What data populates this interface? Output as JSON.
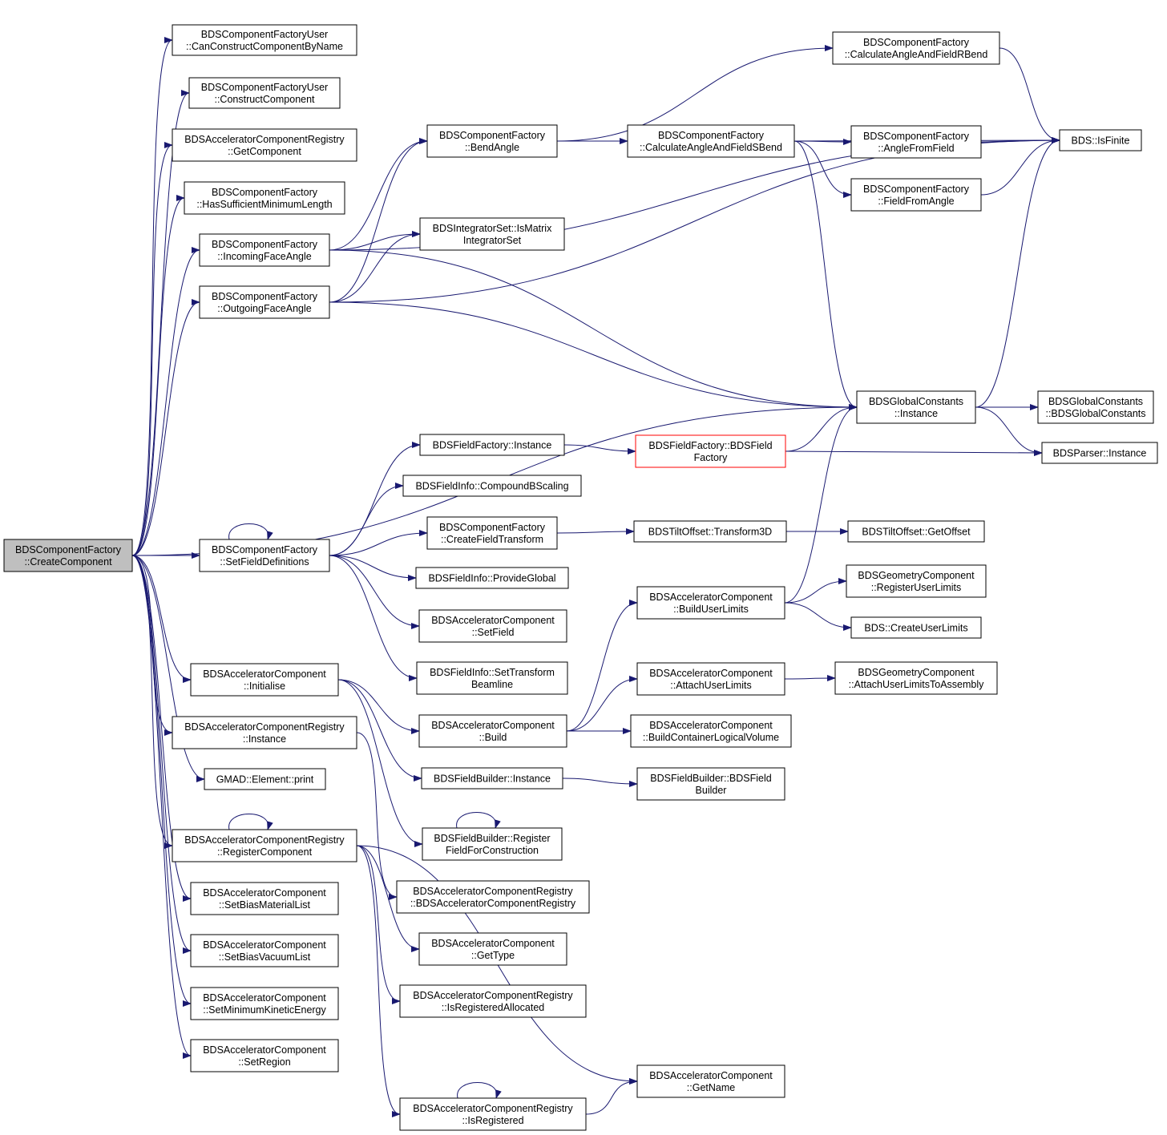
{
  "colors": {
    "edge": "#191970",
    "root_fill": "#bfbfbf",
    "red_border": "#ff0000",
    "border": "#000000",
    "background": "#ffffff"
  },
  "nodes": [
    {
      "id": "root",
      "lines": [
        "BDSComponentFactory",
        "::CreateComponent"
      ],
      "style": "root"
    },
    {
      "id": "canconstruct",
      "lines": [
        "BDSComponentFactoryUser",
        "::CanConstructComponentByName"
      ]
    },
    {
      "id": "constructcomp",
      "lines": [
        "BDSComponentFactoryUser",
        "::ConstructComponent"
      ]
    },
    {
      "id": "getcomponent",
      "lines": [
        "BDSAcceleratorComponentRegistry",
        "::GetComponent"
      ]
    },
    {
      "id": "hassufficient",
      "lines": [
        "BDSComponentFactory",
        "::HasSufficientMinimumLength"
      ]
    },
    {
      "id": "incoming",
      "lines": [
        "BDSComponentFactory",
        "::IncomingFaceAngle"
      ]
    },
    {
      "id": "outgoing",
      "lines": [
        "BDSComponentFactory",
        "::OutgoingFaceAngle"
      ]
    },
    {
      "id": "setfielddefs",
      "lines": [
        "BDSComponentFactory",
        "::SetFieldDefinitions"
      ]
    },
    {
      "id": "initialise",
      "lines": [
        "BDSAcceleratorComponent",
        "::Initialise"
      ]
    },
    {
      "id": "regInstance",
      "lines": [
        "BDSAcceleratorComponentRegistry",
        "::Instance"
      ]
    },
    {
      "id": "gmadprint",
      "lines": [
        "GMAD::Element::print"
      ]
    },
    {
      "id": "registercomp",
      "lines": [
        "BDSAcceleratorComponentRegistry",
        "::RegisterComponent"
      ]
    },
    {
      "id": "setbiasmat",
      "lines": [
        "BDSAcceleratorComponent",
        "::SetBiasMaterialList"
      ]
    },
    {
      "id": "setbiasvac",
      "lines": [
        "BDSAcceleratorComponent",
        "::SetBiasVacuumList"
      ]
    },
    {
      "id": "setminke",
      "lines": [
        "BDSAcceleratorComponent",
        "::SetMinimumKineticEnergy"
      ]
    },
    {
      "id": "setregion",
      "lines": [
        "BDSAcceleratorComponent",
        "::SetRegion"
      ]
    },
    {
      "id": "bendangle",
      "lines": [
        "BDSComponentFactory",
        "::BendAngle"
      ]
    },
    {
      "id": "ismatrix",
      "lines": [
        "BDSIntegratorSet::IsMatrix",
        "IntegratorSet"
      ]
    },
    {
      "id": "fieldfactoryinst",
      "lines": [
        "BDSFieldFactory::Instance"
      ]
    },
    {
      "id": "compoundb",
      "lines": [
        "BDSFieldInfo::CompoundBScaling"
      ]
    },
    {
      "id": "createfieldtrans",
      "lines": [
        "BDSComponentFactory",
        "::CreateFieldTransform"
      ]
    },
    {
      "id": "provideglobal",
      "lines": [
        "BDSFieldInfo::ProvideGlobal"
      ]
    },
    {
      "id": "setfield",
      "lines": [
        "BDSAcceleratorComponent",
        "::SetField"
      ]
    },
    {
      "id": "settransbeam",
      "lines": [
        "BDSFieldInfo::SetTransform",
        "Beamline"
      ]
    },
    {
      "id": "build",
      "lines": [
        "BDSAcceleratorComponent",
        "::Build"
      ]
    },
    {
      "id": "fieldbuilderinst",
      "lines": [
        "BDSFieldBuilder::Instance"
      ]
    },
    {
      "id": "registerfield",
      "lines": [
        "BDSFieldBuilder::Register",
        "FieldForConstruction"
      ]
    },
    {
      "id": "regctor",
      "lines": [
        "BDSAcceleratorComponentRegistry",
        "::BDSAcceleratorComponentRegistry"
      ]
    },
    {
      "id": "gettype",
      "lines": [
        "BDSAcceleratorComponent",
        "::GetType"
      ]
    },
    {
      "id": "isregalloc",
      "lines": [
        "BDSAcceleratorComponentRegistry",
        "::IsRegisteredAllocated"
      ]
    },
    {
      "id": "isregistered",
      "lines": [
        "BDSAcceleratorComponentRegistry",
        "::IsRegistered"
      ]
    },
    {
      "id": "calcsbend",
      "lines": [
        "BDSComponentFactory",
        "::CalculateAngleAndFieldSBend"
      ]
    },
    {
      "id": "calcrbend",
      "lines": [
        "BDSComponentFactory",
        "::CalculateAngleAndFieldRBend"
      ]
    },
    {
      "id": "fieldfactoryctor",
      "lines": [
        "BDSFieldFactory::BDSField",
        "Factory"
      ],
      "style": "red"
    },
    {
      "id": "transform3d",
      "lines": [
        "BDSTiltOffset::Transform3D"
      ]
    },
    {
      "id": "builduserlimits",
      "lines": [
        "BDSAcceleratorComponent",
        "::BuildUserLimits"
      ]
    },
    {
      "id": "attachuserlimits",
      "lines": [
        "BDSAcceleratorComponent",
        "::AttachUserLimits"
      ]
    },
    {
      "id": "buildcontainer",
      "lines": [
        "BDSAcceleratorComponent",
        "::BuildContainerLogicalVolume"
      ]
    },
    {
      "id": "fieldbuilderctor",
      "lines": [
        "BDSFieldBuilder::BDSField",
        "Builder"
      ]
    },
    {
      "id": "getname",
      "lines": [
        "BDSAcceleratorComponent",
        "::GetName"
      ]
    },
    {
      "id": "anglefromfield",
      "lines": [
        "BDSComponentFactory",
        "::AngleFromField"
      ]
    },
    {
      "id": "fieldfromangle",
      "lines": [
        "BDSComponentFactory",
        "::FieldFromAngle"
      ]
    },
    {
      "id": "globalinst",
      "lines": [
        "BDSGlobalConstants",
        "::Instance"
      ]
    },
    {
      "id": "getoffset",
      "lines": [
        "BDSTiltOffset::GetOffset"
      ]
    },
    {
      "id": "georegister",
      "lines": [
        "BDSGeometryComponent",
        "::RegisterUserLimits"
      ]
    },
    {
      "id": "createuserlimits",
      "lines": [
        "BDS::CreateUserLimits"
      ]
    },
    {
      "id": "attachassembly",
      "lines": [
        "BDSGeometryComponent",
        "::AttachUserLimitsToAssembly"
      ]
    },
    {
      "id": "isfinite",
      "lines": [
        "BDS::IsFinite"
      ]
    },
    {
      "id": "globalctor",
      "lines": [
        "BDSGlobalConstants",
        "::BDSGlobalConstants"
      ]
    },
    {
      "id": "parserinst",
      "lines": [
        "BDSParser::Instance"
      ]
    }
  ],
  "edges": [
    [
      "root",
      "canconstruct"
    ],
    [
      "root",
      "constructcomp"
    ],
    [
      "root",
      "getcomponent"
    ],
    [
      "root",
      "hassufficient"
    ],
    [
      "root",
      "incoming"
    ],
    [
      "root",
      "outgoing"
    ],
    [
      "root",
      "globalinst"
    ],
    [
      "root",
      "setfielddefs"
    ],
    [
      "root",
      "initialise"
    ],
    [
      "root",
      "regInstance"
    ],
    [
      "root",
      "gmadprint"
    ],
    [
      "root",
      "registercomp"
    ],
    [
      "root",
      "setbiasmat"
    ],
    [
      "root",
      "setbiasvac"
    ],
    [
      "root",
      "setminke"
    ],
    [
      "root",
      "setregion"
    ],
    [
      "incoming",
      "bendangle"
    ],
    [
      "incoming",
      "ismatrix"
    ],
    [
      "incoming",
      "globalinst"
    ],
    [
      "incoming",
      "isfinite"
    ],
    [
      "outgoing",
      "bendangle"
    ],
    [
      "outgoing",
      "ismatrix"
    ],
    [
      "outgoing",
      "globalinst"
    ],
    [
      "outgoing",
      "isfinite"
    ],
    [
      "bendangle",
      "calcsbend"
    ],
    [
      "bendangle",
      "calcrbend"
    ],
    [
      "calcsbend",
      "anglefromfield"
    ],
    [
      "calcsbend",
      "fieldfromangle"
    ],
    [
      "calcsbend",
      "isfinite"
    ],
    [
      "calcsbend",
      "globalinst"
    ],
    [
      "calcrbend",
      "isfinite"
    ],
    [
      "anglefromfield",
      "isfinite"
    ],
    [
      "fieldfromangle",
      "isfinite"
    ],
    [
      "globalinst",
      "isfinite"
    ],
    [
      "globalinst",
      "globalctor"
    ],
    [
      "globalinst",
      "parserinst"
    ],
    [
      "setfielddefs",
      "setfielddefs"
    ],
    [
      "setfielddefs",
      "fieldfactoryinst"
    ],
    [
      "setfielddefs",
      "compoundb"
    ],
    [
      "setfielddefs",
      "createfieldtrans"
    ],
    [
      "setfielddefs",
      "provideglobal"
    ],
    [
      "setfielddefs",
      "setfield"
    ],
    [
      "setfielddefs",
      "settransbeam"
    ],
    [
      "fieldfactoryinst",
      "fieldfactoryctor"
    ],
    [
      "fieldfactoryctor",
      "globalinst"
    ],
    [
      "fieldfactoryctor",
      "parserinst"
    ],
    [
      "createfieldtrans",
      "transform3d"
    ],
    [
      "transform3d",
      "getoffset"
    ],
    [
      "initialise",
      "build"
    ],
    [
      "initialise",
      "fieldbuilderinst"
    ],
    [
      "initialise",
      "registerfield"
    ],
    [
      "build",
      "builduserlimits"
    ],
    [
      "build",
      "attachuserlimits"
    ],
    [
      "build",
      "buildcontainer"
    ],
    [
      "builduserlimits",
      "globalinst"
    ],
    [
      "builduserlimits",
      "georegister"
    ],
    [
      "builduserlimits",
      "createuserlimits"
    ],
    [
      "attachuserlimits",
      "attachassembly"
    ],
    [
      "fieldbuilderinst",
      "fieldbuilderctor"
    ],
    [
      "registerfield",
      "registerfield"
    ],
    [
      "regInstance",
      "regctor"
    ],
    [
      "registercomp",
      "registercomp"
    ],
    [
      "registercomp",
      "gettype"
    ],
    [
      "registercomp",
      "isregalloc"
    ],
    [
      "registercomp",
      "getname"
    ],
    [
      "registercomp",
      "isregistered"
    ],
    [
      "isregistered",
      "isregistered"
    ],
    [
      "isregistered",
      "getname"
    ]
  ]
}
